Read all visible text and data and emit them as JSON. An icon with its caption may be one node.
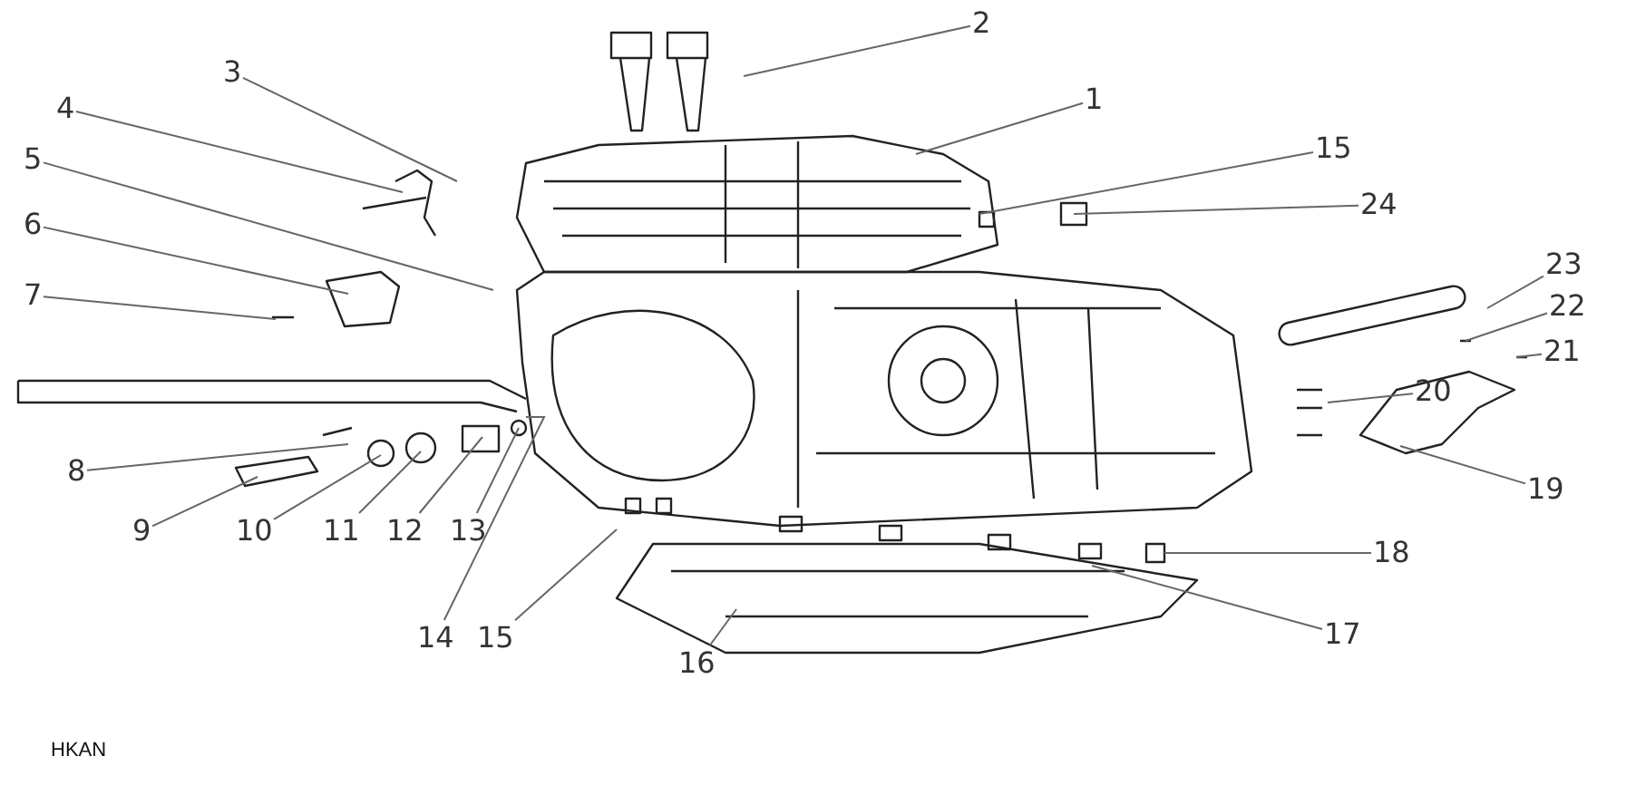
{
  "diagram": {
    "nodes": [
      {
        "text": [
          "2"
        ]
      },
      {
        "text": [
          "1"
        ]
      },
      {
        "text": [
          "3"
        ]
      },
      {
        "text": [
          "4"
        ]
      },
      {
        "text": [
          "15"
        ]
      },
      {
        "text": [
          "5"
        ]
      },
      {
        "text": [
          "24"
        ]
      },
      {
        "text": [
          "6"
        ]
      },
      {
        "text": [
          "7"
        ]
      },
      {
        "text": [
          "23"
        ]
      },
      {
        "text": [
          "22"
        ]
      },
      {
        "text": [
          "21"
        ]
      },
      {
        "text": [
          "20"
        ]
      },
      {
        "text": [
          "8"
        ]
      },
      {
        "text": [
          "19"
        ]
      },
      {
        "text": [
          "9"
        ]
      },
      {
        "text": [
          "10"
        ]
      },
      {
        "text": [
          "11"
        ]
      },
      {
        "text": [
          "12"
        ]
      },
      {
        "text": [
          "13"
        ]
      },
      {
        "text": [
          "18"
        ]
      },
      {
        "text": [
          "17"
        ]
      },
      {
        "text": [
          "14"
        ]
      },
      {
        "text": [
          "15"
        ]
      },
      {
        "text": [
          "16"
        ]
      }
    ],
    "edges": [
      {
        "from": 0,
        "to": null,
        "arrow": "none"
      },
      {
        "from": 1,
        "to": null,
        "arrow": "none"
      },
      {
        "from": 2,
        "to": null,
        "arrow": "none"
      },
      {
        "from": 3,
        "to": null,
        "arrow": "none"
      },
      {
        "from": 4,
        "to": null,
        "arrow": "none"
      },
      {
        "from": 5,
        "to": null,
        "arrow": "none"
      },
      {
        "from": 6,
        "to": null,
        "arrow": "none"
      },
      {
        "from": 7,
        "to": null,
        "arrow": "none"
      },
      {
        "from": 8,
        "to": null,
        "arrow": "none"
      },
      {
        "from": 9,
        "to": null,
        "arrow": "none"
      },
      {
        "from": 10,
        "to": null,
        "arrow": "none"
      },
      {
        "from": 11,
        "to": null,
        "arrow": "none"
      },
      {
        "from": 12,
        "to": null,
        "arrow": "none"
      },
      {
        "from": 13,
        "to": null,
        "arrow": "none"
      },
      {
        "from": 14,
        "to": null,
        "arrow": "none"
      },
      {
        "from": 15,
        "to": null,
        "arrow": "none"
      },
      {
        "from": 16,
        "to": null,
        "arrow": "none"
      },
      {
        "from": 17,
        "to": null,
        "arrow": "none"
      },
      {
        "from": 18,
        "to": null,
        "arrow": "none"
      },
      {
        "from": 19,
        "to": null,
        "arrow": "none"
      },
      {
        "from": 20,
        "to": null,
        "arrow": "none"
      },
      {
        "from": 21,
        "to": null,
        "arrow": "none"
      },
      {
        "from": 22,
        "to": null,
        "arrow": "none"
      },
      {
        "from": 23,
        "to": null,
        "arrow": "none"
      },
      {
        "from": 24,
        "to": null,
        "arrow": "none"
      }
    ],
    "labels": [
      "HKAN"
    ]
  }
}
